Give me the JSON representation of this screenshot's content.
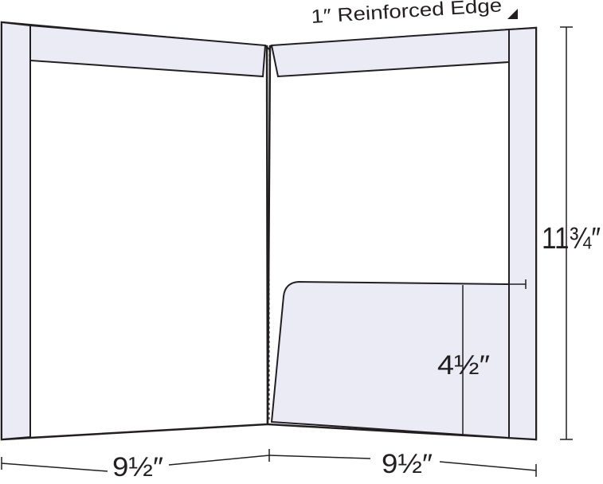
{
  "labels": {
    "reinforced_edge": "1″ Reinforced Edge",
    "height": "11¾″",
    "pocket_height": "4½″",
    "left_width": "9½″",
    "right_width": "9½″"
  },
  "colors": {
    "outline": "#231f20",
    "panel_fill": "#ffffff",
    "reinforced_fill": "#ebebf6",
    "pocket_fill": "#ebebf6"
  }
}
